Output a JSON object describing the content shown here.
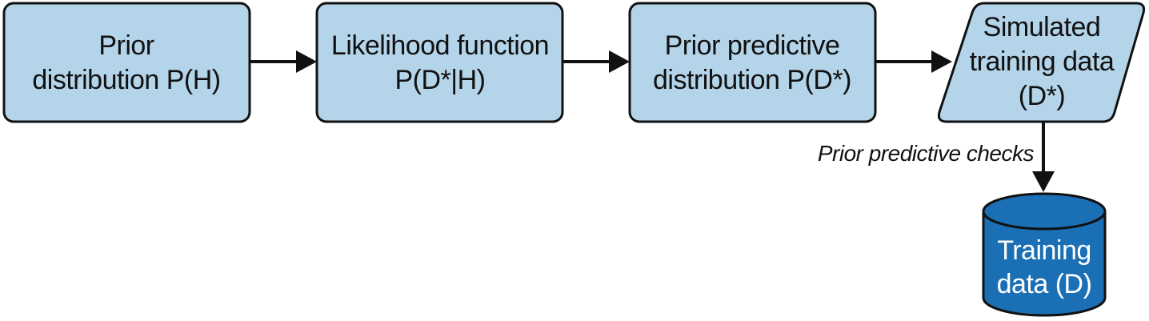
{
  "colors": {
    "box_fill": "#b4d4ea",
    "box_stroke": "#111111",
    "cylinder_fill": "#1a6fb5",
    "cylinder_text": "#ffffff",
    "arrow": "#111111"
  },
  "nodes": {
    "prior": {
      "line1": "Prior",
      "line2": "distribution P(H)"
    },
    "likelihood": {
      "line1": "Likelihood function",
      "line2": "P(D*|H)"
    },
    "prior_predictive": {
      "line1": "Prior predictive",
      "line2": "distribution P(D*)"
    },
    "simulated": {
      "line1": "Simulated",
      "line2": "training data",
      "line3": "(D*)"
    },
    "training": {
      "line1": "Training",
      "line2": "data (D)"
    }
  },
  "edges": {
    "checks_label": "Prior predictive checks"
  }
}
